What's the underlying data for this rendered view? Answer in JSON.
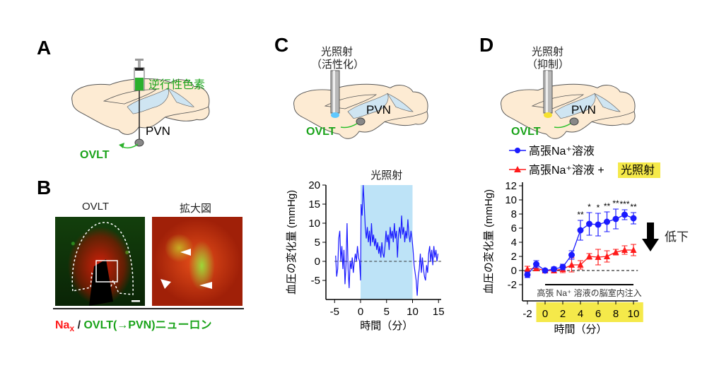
{
  "panels": {
    "a": {
      "label": "A",
      "dye": "逆行性色素",
      "pvn": "PVN",
      "ovlt": "OVLT"
    },
    "b": {
      "label": "B",
      "img1_title": "OVLT",
      "img2_title": "拡大図",
      "caption_nax": "Na",
      "caption_sub": "x",
      "caption_slash": " / ",
      "caption_green": "OVLT(→PVN)ニューロン"
    },
    "c": {
      "label": "C",
      "light_line1": "光照射",
      "light_line2": "（活性化）",
      "pvn": "PVN",
      "ovlt": "OVLT"
    },
    "d": {
      "label": "D",
      "light_line1": "光照射",
      "light_line2": "（抑制）",
      "pvn": "PVN",
      "ovlt": "OVLT",
      "decrease": "低下"
    }
  },
  "colors": {
    "blue": "#1a1aff",
    "red": "#ff1a1a",
    "green": "#1aa31a",
    "shade": "#bde3f7",
    "highlight": "#f5e94a"
  },
  "chart_data": [
    {
      "type": "line",
      "title": "光照射",
      "xlabel": "時間（分）",
      "ylabel": "血圧の変化量 (mmHg)",
      "xlim": [
        -6,
        16
      ],
      "ylim": [
        -10,
        20
      ],
      "xticks": [
        "-5",
        "0",
        "5",
        "10",
        "15"
      ],
      "xtick_values": [
        -5,
        0,
        5,
        10,
        15
      ],
      "yticks": [
        "20",
        "15",
        "10",
        "5",
        "0",
        "-5"
      ],
      "ytick_values": [
        20,
        15,
        10,
        5,
        0,
        -5
      ],
      "shaded_interval": [
        0,
        10
      ],
      "x": [
        -4.8,
        -4.6,
        -4.4,
        -4.2,
        -4.0,
        -3.8,
        -3.6,
        -3.4,
        -3.2,
        -3.0,
        -2.8,
        -2.6,
        -2.4,
        -2.2,
        -2.0,
        -1.8,
        -1.6,
        -1.4,
        -1.2,
        -1.0,
        -0.8,
        -0.6,
        -0.4,
        -0.2,
        0,
        0.1,
        0.3,
        0.5,
        0.7,
        0.9,
        1.1,
        1.3,
        1.5,
        1.7,
        1.9,
        2.1,
        2.3,
        2.5,
        2.7,
        2.9,
        3.1,
        3.3,
        3.5,
        3.7,
        3.9,
        4.1,
        4.3,
        4.5,
        4.7,
        4.9,
        5.1,
        5.3,
        5.5,
        5.7,
        5.9,
        6.1,
        6.3,
        6.5,
        6.7,
        6.9,
        7.1,
        7.3,
        7.5,
        7.7,
        7.9,
        8.1,
        8.3,
        8.5,
        8.7,
        8.9,
        9.1,
        9.3,
        9.5,
        9.7,
        9.9,
        10.1,
        10.3,
        10.5,
        10.7,
        10.9,
        11.1,
        11.3,
        11.5,
        11.7,
        11.9,
        12.1,
        12.3,
        12.5,
        12.7,
        12.9,
        13.1,
        13.3,
        13.5,
        13.7,
        13.9,
        14.1,
        14.3,
        14.5,
        14.7,
        14.9
      ],
      "y": [
        1.5,
        -4,
        -2,
        6,
        8,
        0,
        4,
        -2,
        3,
        -6,
        -1,
        10,
        -2,
        -7,
        0,
        -2,
        1,
        -3,
        0,
        2,
        0,
        4,
        1,
        0,
        -5,
        15,
        12,
        20,
        15,
        9,
        6,
        9,
        5,
        8,
        4,
        10,
        5,
        7,
        4,
        6,
        3,
        5,
        2,
        4,
        1,
        5,
        2,
        1,
        4,
        8,
        5,
        7,
        3,
        9,
        6,
        8,
        5,
        10,
        6,
        8,
        1,
        7,
        9,
        6,
        12,
        7,
        9,
        5,
        8,
        6,
        11,
        7,
        5,
        8,
        6,
        3,
        -1,
        -3,
        -5,
        -9,
        -4,
        -2,
        2,
        -3,
        1,
        -2,
        -4,
        -5,
        -1,
        -3,
        2,
        4,
        0,
        3,
        -1,
        4,
        1,
        3,
        0,
        2
      ]
    },
    {
      "type": "line",
      "xlabel": "時間（分）",
      "ylabel": "血圧の変化量 (mmHg)",
      "xlim": [
        -2.5,
        10.5
      ],
      "ylim": [
        -4,
        12
      ],
      "xticks": [
        "-2",
        "0",
        "2",
        "4",
        "6",
        "8",
        "10"
      ],
      "xtick_values": [
        -2,
        0,
        2,
        4,
        6,
        8,
        10
      ],
      "yticks": [
        "12",
        "10",
        "8",
        "6",
        "4",
        "2",
        "0",
        "-2"
      ],
      "ytick_values": [
        12,
        10,
        8,
        6,
        4,
        2,
        0,
        -2
      ],
      "injection_label": "高張 Na⁺ 溶液の脳室内注入",
      "injection_interval": [
        0,
        10
      ],
      "x": [
        -2,
        -1,
        0,
        1,
        2,
        3,
        4,
        5,
        6,
        7,
        8,
        9,
        10
      ],
      "series": [
        {
          "name": "高張Na⁺溶液",
          "legend_suffix": "",
          "color": "#1a1aff",
          "marker": "circle",
          "values": [
            -0.6,
            0.9,
            0,
            0.2,
            0.5,
            2.2,
            5.7,
            6.6,
            6.5,
            6.9,
            7.3,
            7.9,
            7.4
          ],
          "errors": [
            0.4,
            0.5,
            0.2,
            0.3,
            0.4,
            0.6,
            1.4,
            1.6,
            1.6,
            1.4,
            1.4,
            0.7,
            0.8
          ]
        },
        {
          "name": "高張Na⁺溶液 +",
          "legend_suffix": "光照射",
          "color": "#ff1a1a",
          "marker": "triangle",
          "values": [
            0.2,
            0.3,
            0,
            0,
            0.2,
            0.8,
            0.8,
            2.0,
            1.9,
            2.0,
            2.6,
            2.9,
            2.9
          ],
          "errors": [
            0.4,
            0.3,
            0.2,
            0.3,
            0.5,
            1.0,
            0.6,
            0.4,
            1.1,
            0.8,
            0.4,
            0.6,
            0.8
          ]
        }
      ],
      "significance": [
        {
          "x": 4,
          "label": "**"
        },
        {
          "x": 5,
          "label": "*"
        },
        {
          "x": 6,
          "label": "*"
        },
        {
          "x": 7,
          "label": "**"
        },
        {
          "x": 8,
          "label": "**"
        },
        {
          "x": 9,
          "label": "***"
        },
        {
          "x": 10,
          "label": "**"
        }
      ]
    }
  ]
}
